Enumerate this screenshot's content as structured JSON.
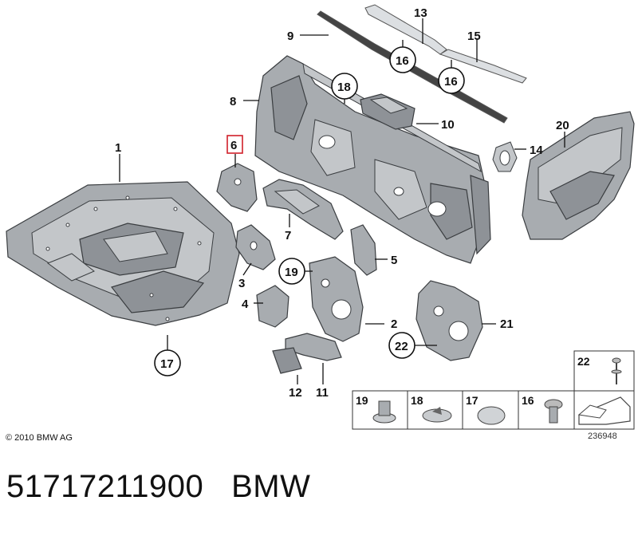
{
  "callouts": {
    "c1": "1",
    "c2": "2",
    "c3": "3",
    "c4": "4",
    "c5": "5",
    "c6": "6",
    "c7": "7",
    "c8": "8",
    "c9": "9",
    "c10": "10",
    "c11": "11",
    "c12": "12",
    "c13": "13",
    "c14": "14",
    "c15": "15",
    "c16a": "16",
    "c16b": "16",
    "c17": "17",
    "c18": "18",
    "c19": "19",
    "c20": "20",
    "c21": "21",
    "c22": "22"
  },
  "legend": {
    "top_label": "22",
    "cells": [
      "19",
      "18",
      "17",
      "16"
    ]
  },
  "footer": {
    "copyright": "© 2010 BMW AG",
    "drawing_number": "236948"
  },
  "caption": {
    "part_number": "51717211900",
    "brand": "BMW"
  },
  "colors": {
    "highlight": "#d0202a",
    "part_fill": "#a8acb0",
    "outline": "#3a3d40"
  }
}
